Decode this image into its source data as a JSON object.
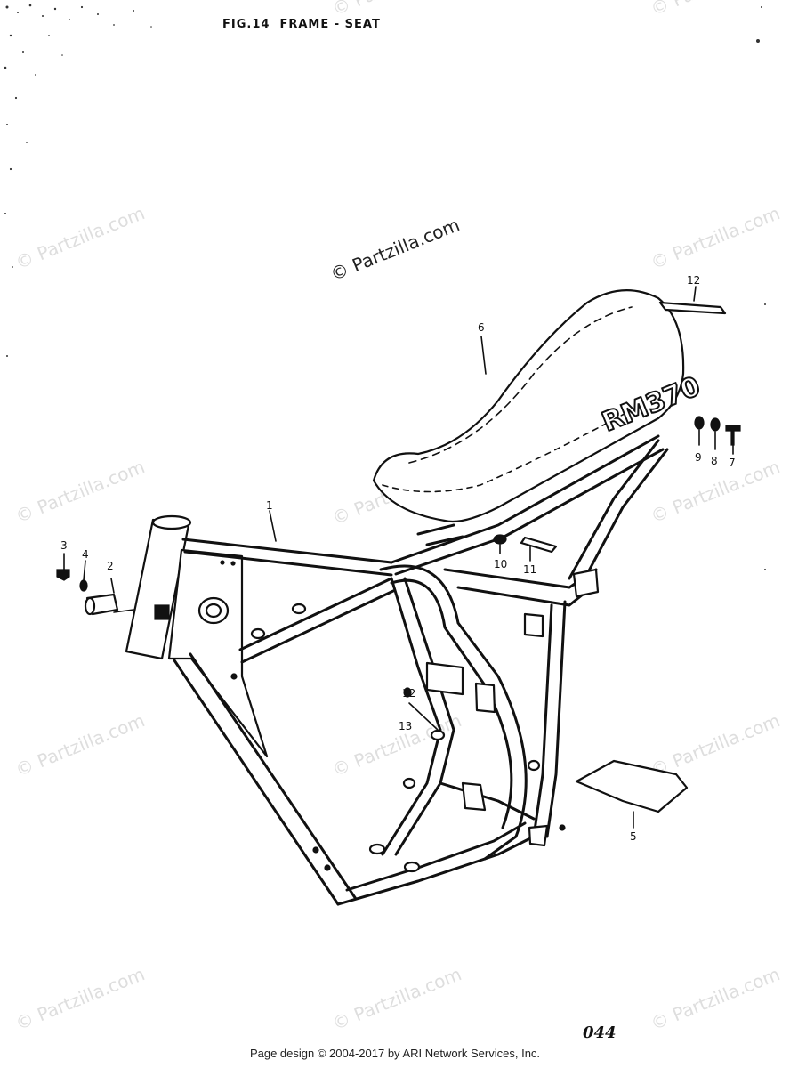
{
  "header": {
    "title": "FIG.14  FRAME - SEAT"
  },
  "watermark": {
    "text": "© Partzilla.com"
  },
  "diagram": {
    "seat_label": "RM370",
    "callouts": {
      "c1": "1",
      "c2": "2",
      "c3": "3",
      "c4": "4",
      "c5": "5",
      "c6": "6",
      "c7": "7",
      "c8": "8",
      "c9": "9",
      "c10": "10",
      "c11": "11",
      "c12": "12",
      "c13a": "12",
      "c13b": "13"
    }
  },
  "page_number": "044",
  "footer": {
    "text": "Page design © 2004-2017 by ARI Network Services, Inc."
  }
}
